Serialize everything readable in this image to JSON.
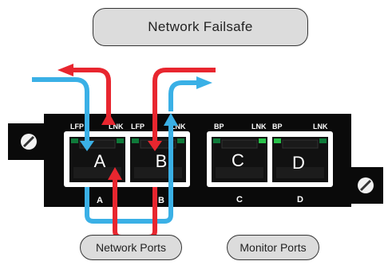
{
  "title": "Network Failsafe",
  "ports": [
    {
      "letter": "A",
      "left_label": "LFP",
      "right_label": "LNK",
      "bottom_label": "A"
    },
    {
      "letter": "B",
      "left_label": "LFP",
      "right_label": "LNK",
      "bottom_label": "B"
    },
    {
      "letter": "C",
      "left_label": "BP",
      "right_label": "LNK",
      "bottom_label": "C"
    },
    {
      "letter": "D",
      "left_label": "BP",
      "right_label": "LNK",
      "bottom_label": "D"
    }
  ],
  "group_labels": {
    "network": "Network Ports",
    "monitor": "Monitor Ports"
  },
  "colors": {
    "panel": "#0a0a0a",
    "port_surround": "#ffffff",
    "red_path": "#e8262f",
    "blue_path": "#3ab0e6",
    "pill_fill": "#dcdcdc"
  }
}
